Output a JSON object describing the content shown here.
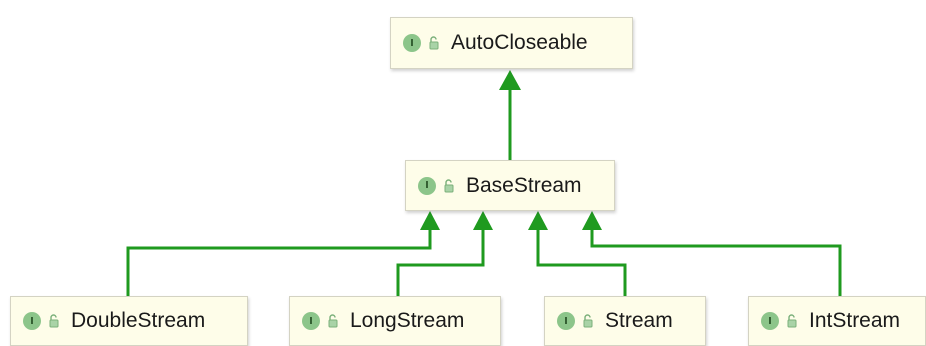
{
  "nodes": [
    {
      "id": "autocloseable",
      "name": "AutoCloseable",
      "kind_badge": "I"
    },
    {
      "id": "basestream",
      "name": "BaseStream",
      "kind_badge": "I"
    },
    {
      "id": "doublestream",
      "name": "DoubleStream",
      "kind_badge": "I"
    },
    {
      "id": "longstream",
      "name": "LongStream",
      "kind_badge": "I"
    },
    {
      "id": "stream",
      "name": "Stream",
      "kind_badge": "I"
    },
    {
      "id": "intstream",
      "name": "IntStream",
      "kind_badge": "I"
    }
  ],
  "edges": [
    {
      "from": "basestream",
      "to": "autocloseable"
    },
    {
      "from": "doublestream",
      "to": "basestream"
    },
    {
      "from": "longstream",
      "to": "basestream"
    },
    {
      "from": "stream",
      "to": "basestream"
    },
    {
      "from": "intstream",
      "to": "basestream"
    }
  ],
  "icons": {
    "badge": "interface-badge-icon",
    "access": "unlocked-public-icon"
  },
  "colors": {
    "edge": "#1f9a1f",
    "node_fill": "#fefde9",
    "node_border": "#d4d3c3",
    "badge_fill": "#8cc58a"
  }
}
